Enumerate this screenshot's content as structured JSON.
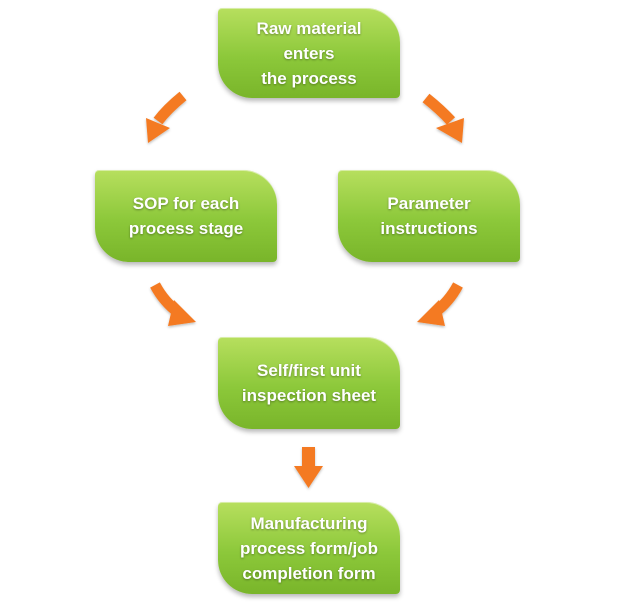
{
  "diagram": {
    "type": "process-flow",
    "colors": {
      "node_fill": "#8cc83a",
      "node_text": "#ffffff",
      "arrow": "#f47a20"
    },
    "nodes": [
      {
        "id": "raw_material",
        "label": "Raw material\nenters\nthe process"
      },
      {
        "id": "sop",
        "label": "SOP for each\nprocess stage"
      },
      {
        "id": "parameter",
        "label": "Parameter\ninstructions"
      },
      {
        "id": "inspection",
        "label": "Self/first unit\ninspection sheet"
      },
      {
        "id": "manufacturing",
        "label": "Manufacturing\nprocess form/job\ncompletion form"
      }
    ],
    "edges": [
      {
        "from": "raw_material",
        "to": "sop",
        "style": "curved"
      },
      {
        "from": "raw_material",
        "to": "parameter",
        "style": "curved"
      },
      {
        "from": "sop",
        "to": "inspection",
        "style": "curved"
      },
      {
        "from": "parameter",
        "to": "inspection",
        "style": "curved"
      },
      {
        "from": "inspection",
        "to": "manufacturing",
        "style": "straight"
      }
    ]
  }
}
